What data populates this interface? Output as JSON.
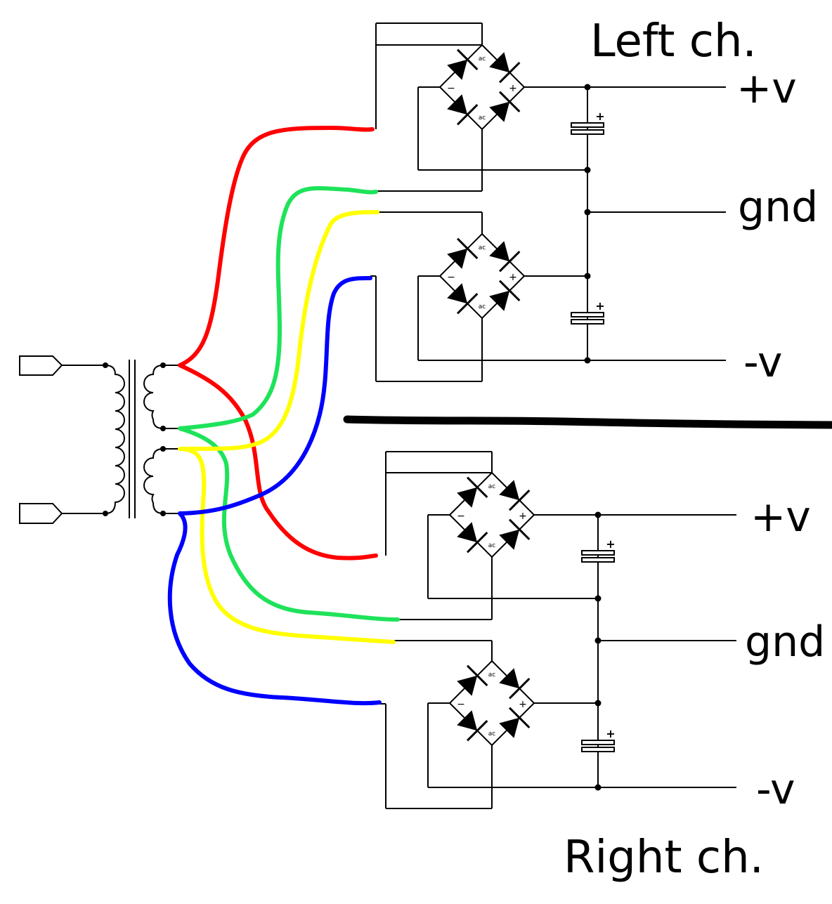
{
  "labels": {
    "left_channel": "Left ch.",
    "right_channel": "Right ch."
  },
  "rails": {
    "left": {
      "positive": "+v",
      "ground": "gnd",
      "negative": "-v"
    },
    "right": {
      "positive": "+v",
      "ground": "gnd",
      "negative": "-v"
    }
  },
  "bridge_marks": {
    "ac": "ac",
    "plus": "+",
    "minus": "−"
  },
  "capacitor_polarity": "+",
  "wire_colors": {
    "red": "#ff0000",
    "green": "#1ee35a",
    "yellow": "#ffff00",
    "blue": "#0000ff",
    "divider": "#000000"
  }
}
